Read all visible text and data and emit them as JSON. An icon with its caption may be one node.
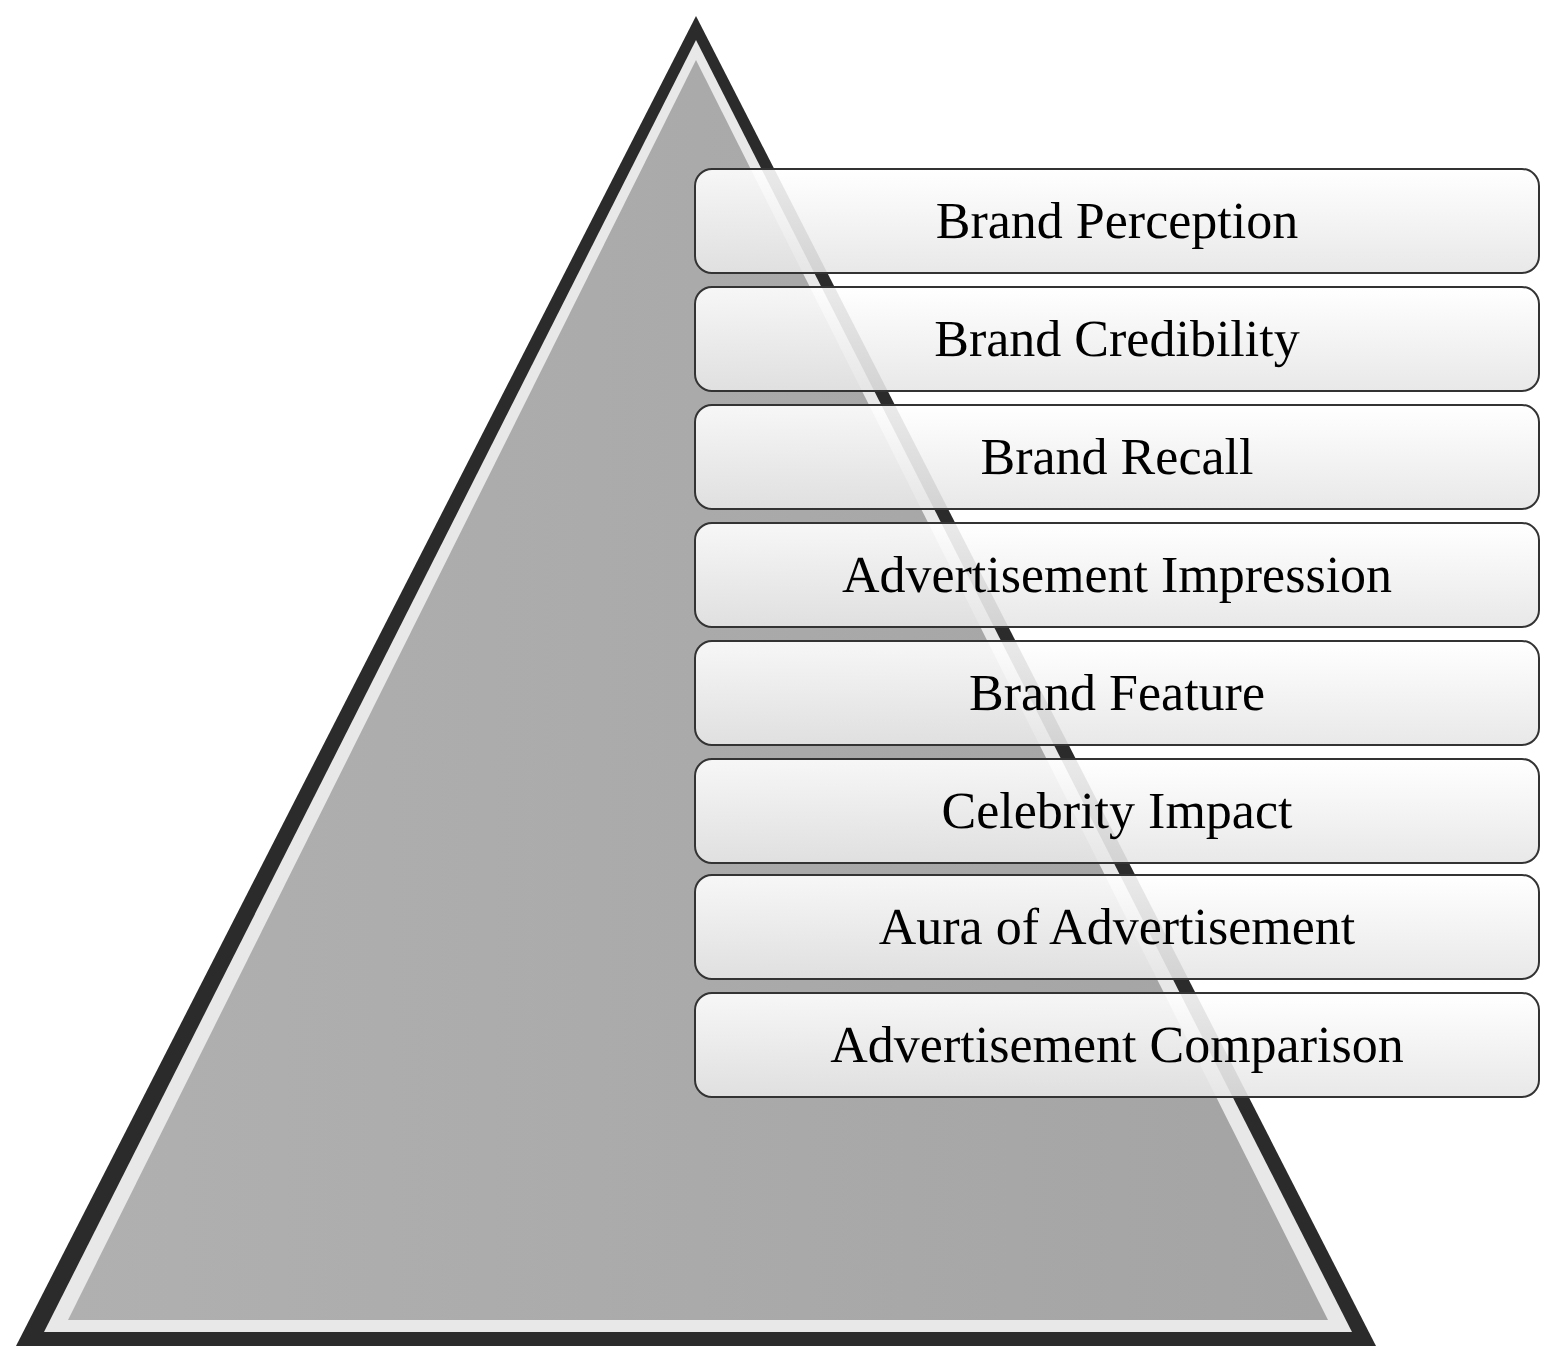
{
  "diagram": {
    "nodes": [
      {
        "text": [
          "Brand Perception"
        ]
      },
      {
        "text": [
          "Brand Credibility"
        ]
      },
      {
        "text": [
          "Brand Recall"
        ]
      },
      {
        "text": [
          "Advertisement Impression"
        ]
      },
      {
        "text": [
          "Brand Feature"
        ]
      },
      {
        "text": [
          "Celebrity Impact"
        ]
      },
      {
        "text": [
          "Aura of Advertisement"
        ]
      },
      {
        "text": [
          "Advertisement Comparison"
        ]
      }
    ]
  }
}
